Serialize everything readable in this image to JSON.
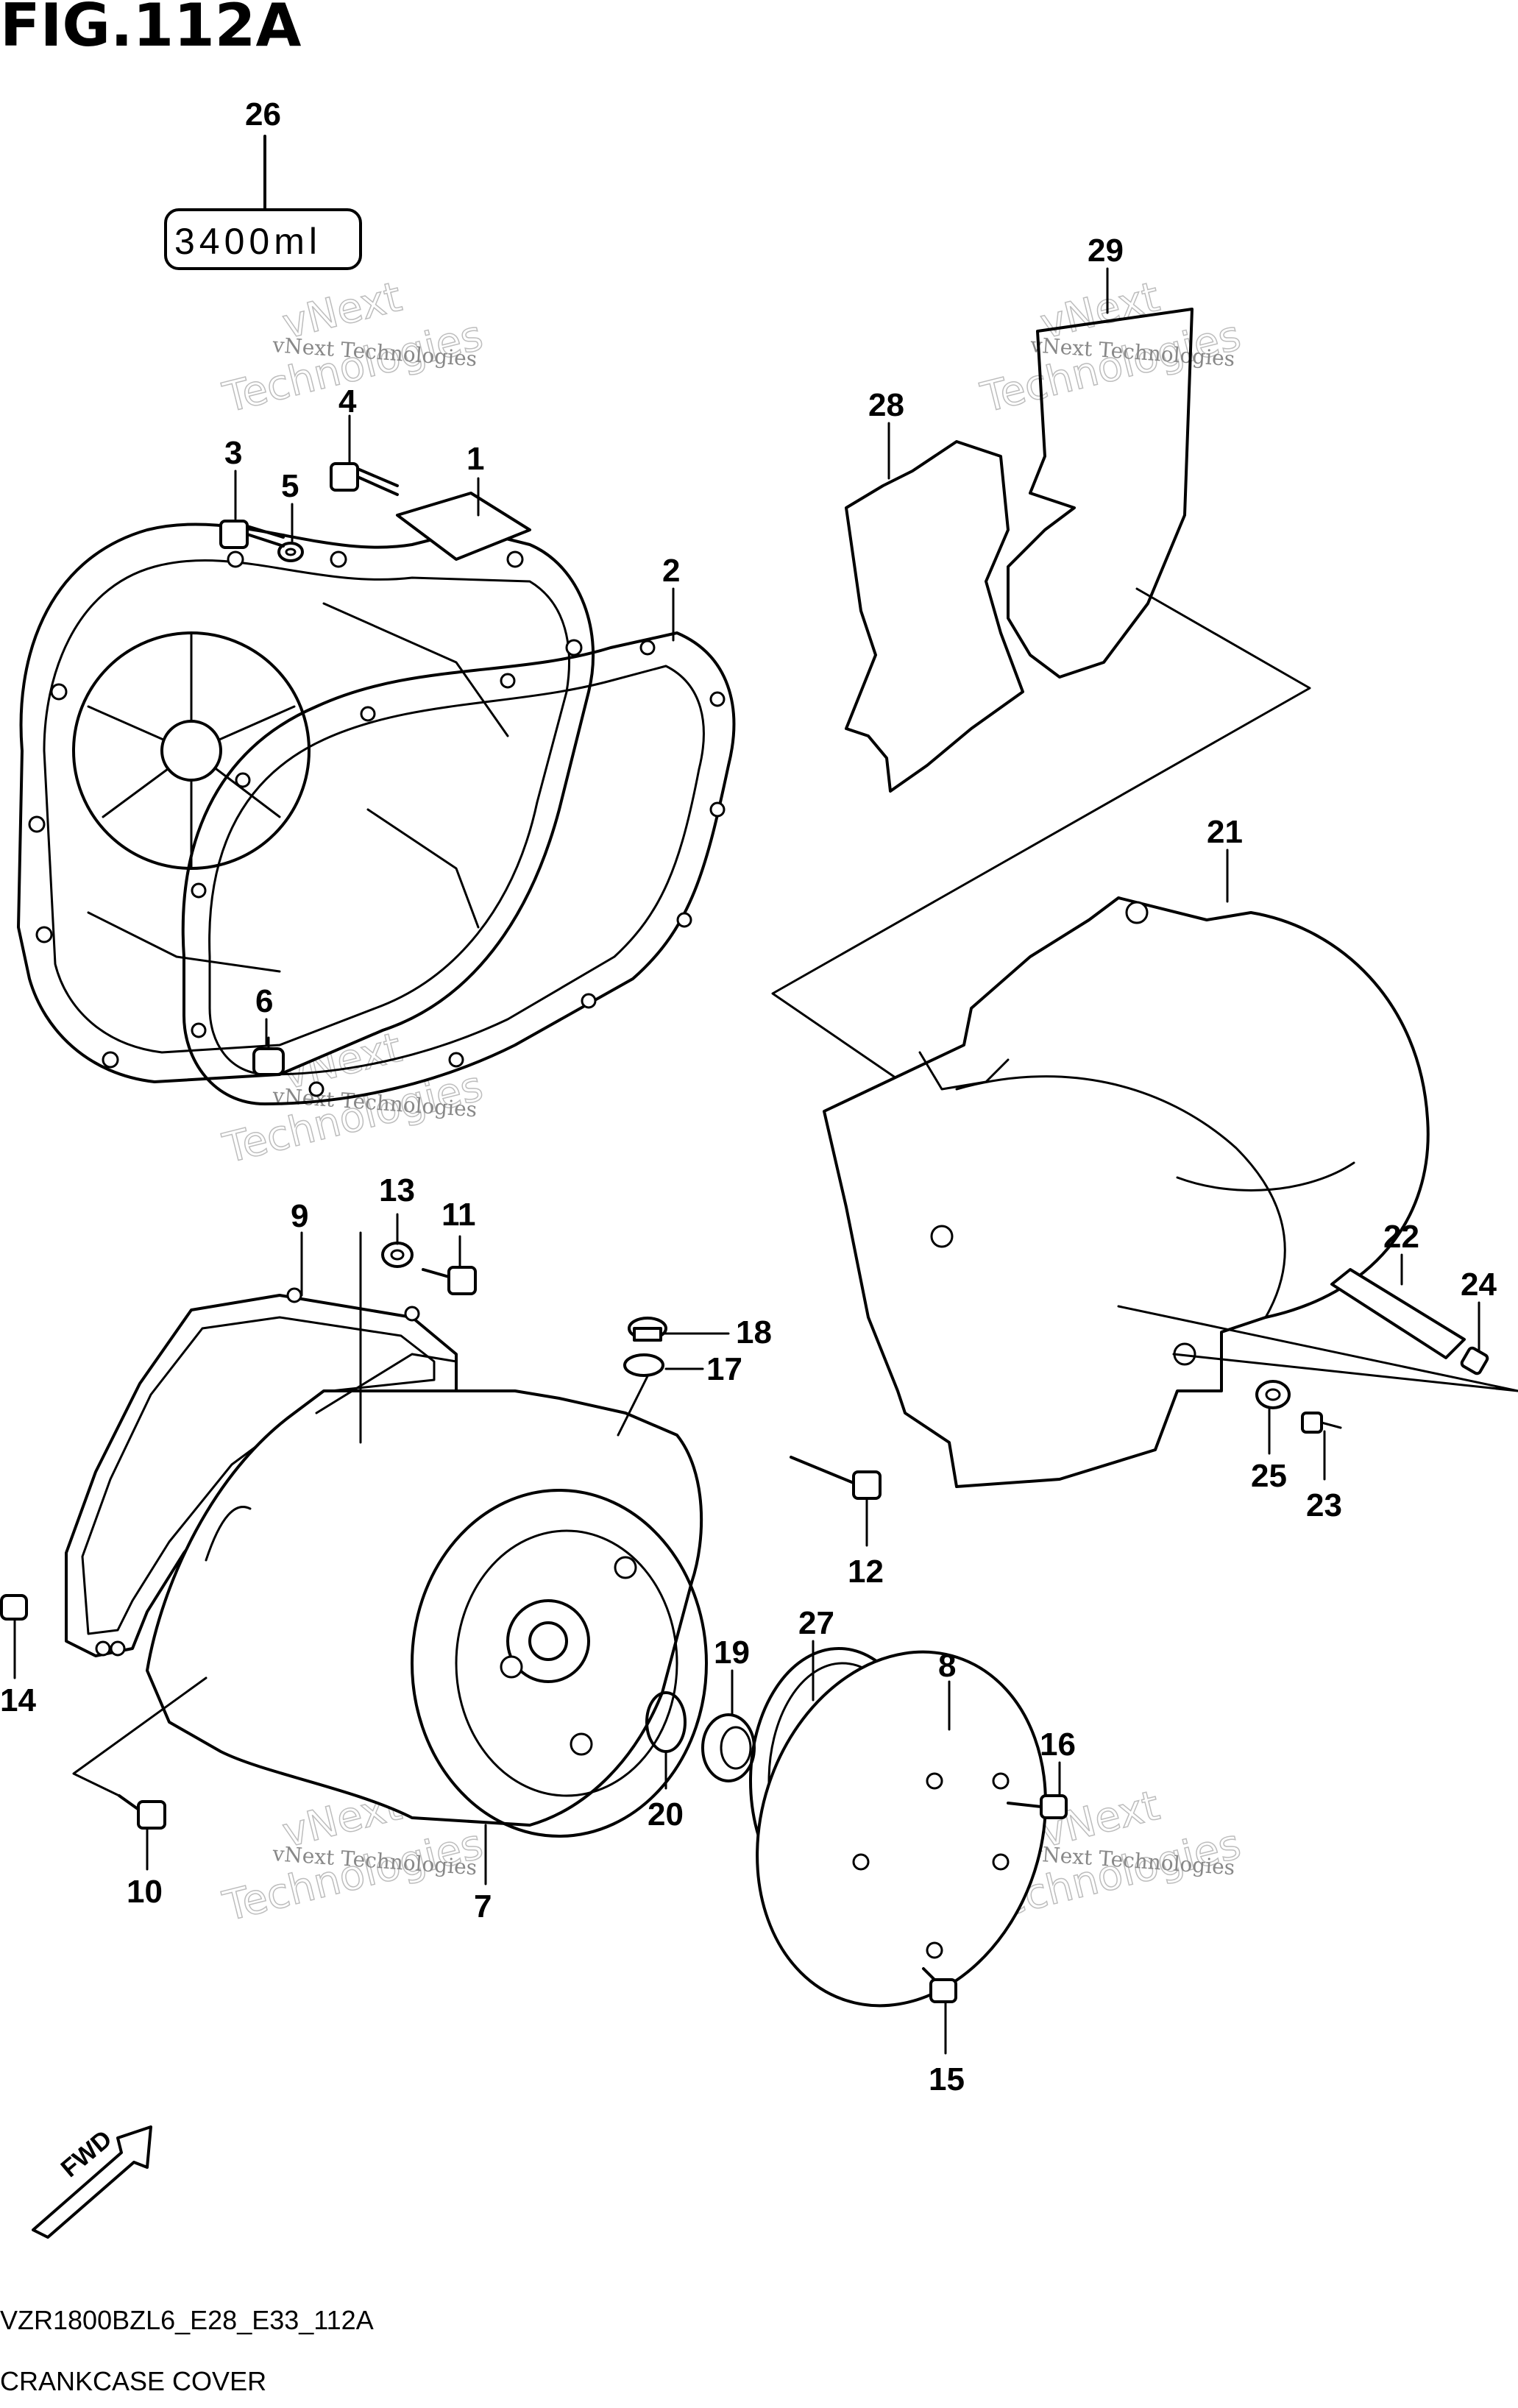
{
  "figure": {
    "title": "FIG.112A",
    "quantity_label": "3400ml",
    "model_code": "VZR1800BZL6_E28_E33_112A",
    "caption": "CRANKCASE COVER",
    "fwd_label": "FWD"
  },
  "callouts": [
    {
      "id": "1",
      "label": "1"
    },
    {
      "id": "2",
      "label": "2"
    },
    {
      "id": "3",
      "label": "3"
    },
    {
      "id": "4",
      "label": "4"
    },
    {
      "id": "5",
      "label": "5"
    },
    {
      "id": "6",
      "label": "6"
    },
    {
      "id": "7",
      "label": "7"
    },
    {
      "id": "8",
      "label": "8"
    },
    {
      "id": "9",
      "label": "9"
    },
    {
      "id": "10",
      "label": "10"
    },
    {
      "id": "11",
      "label": "11"
    },
    {
      "id": "12",
      "label": "12"
    },
    {
      "id": "13",
      "label": "13"
    },
    {
      "id": "14",
      "label": "14"
    },
    {
      "id": "15",
      "label": "15"
    },
    {
      "id": "16",
      "label": "16"
    },
    {
      "id": "17",
      "label": "17"
    },
    {
      "id": "18",
      "label": "18"
    },
    {
      "id": "19",
      "label": "19"
    },
    {
      "id": "20",
      "label": "20"
    },
    {
      "id": "21",
      "label": "21"
    },
    {
      "id": "22",
      "label": "22"
    },
    {
      "id": "23",
      "label": "23"
    },
    {
      "id": "24",
      "label": "24"
    },
    {
      "id": "25",
      "label": "25"
    },
    {
      "id": "26",
      "label": "26"
    },
    {
      "id": "27",
      "label": "27"
    },
    {
      "id": "28",
      "label": "28"
    },
    {
      "id": "29",
      "label": "29"
    }
  ],
  "watermark": {
    "small": "vNext Technologies",
    "big_line1": "vNext",
    "big_line2": "Technologies"
  }
}
